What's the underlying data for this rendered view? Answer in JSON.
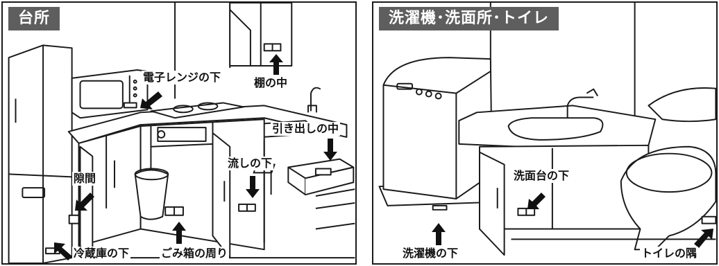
{
  "left_panel": {
    "title": "台所",
    "labels": {
      "microwave": "電子レンジの下",
      "shelf": "棚の中",
      "drawer": "引き出しの中",
      "sink": "流しの下",
      "gap": "隙間",
      "fridge": "冷蔵庫の下",
      "trash": "ごみ箱の周り"
    }
  },
  "right_panel": {
    "title": "洗濯機･洗面所･トイレ",
    "labels": {
      "washbasin": "洗面台の下",
      "washer": "洗濯機の下",
      "toilet": "トイレの隅"
    }
  },
  "colors": {
    "title_bg": "#5e5e5e",
    "title_text": "#ffffff",
    "line": "#1a1a1a"
  }
}
